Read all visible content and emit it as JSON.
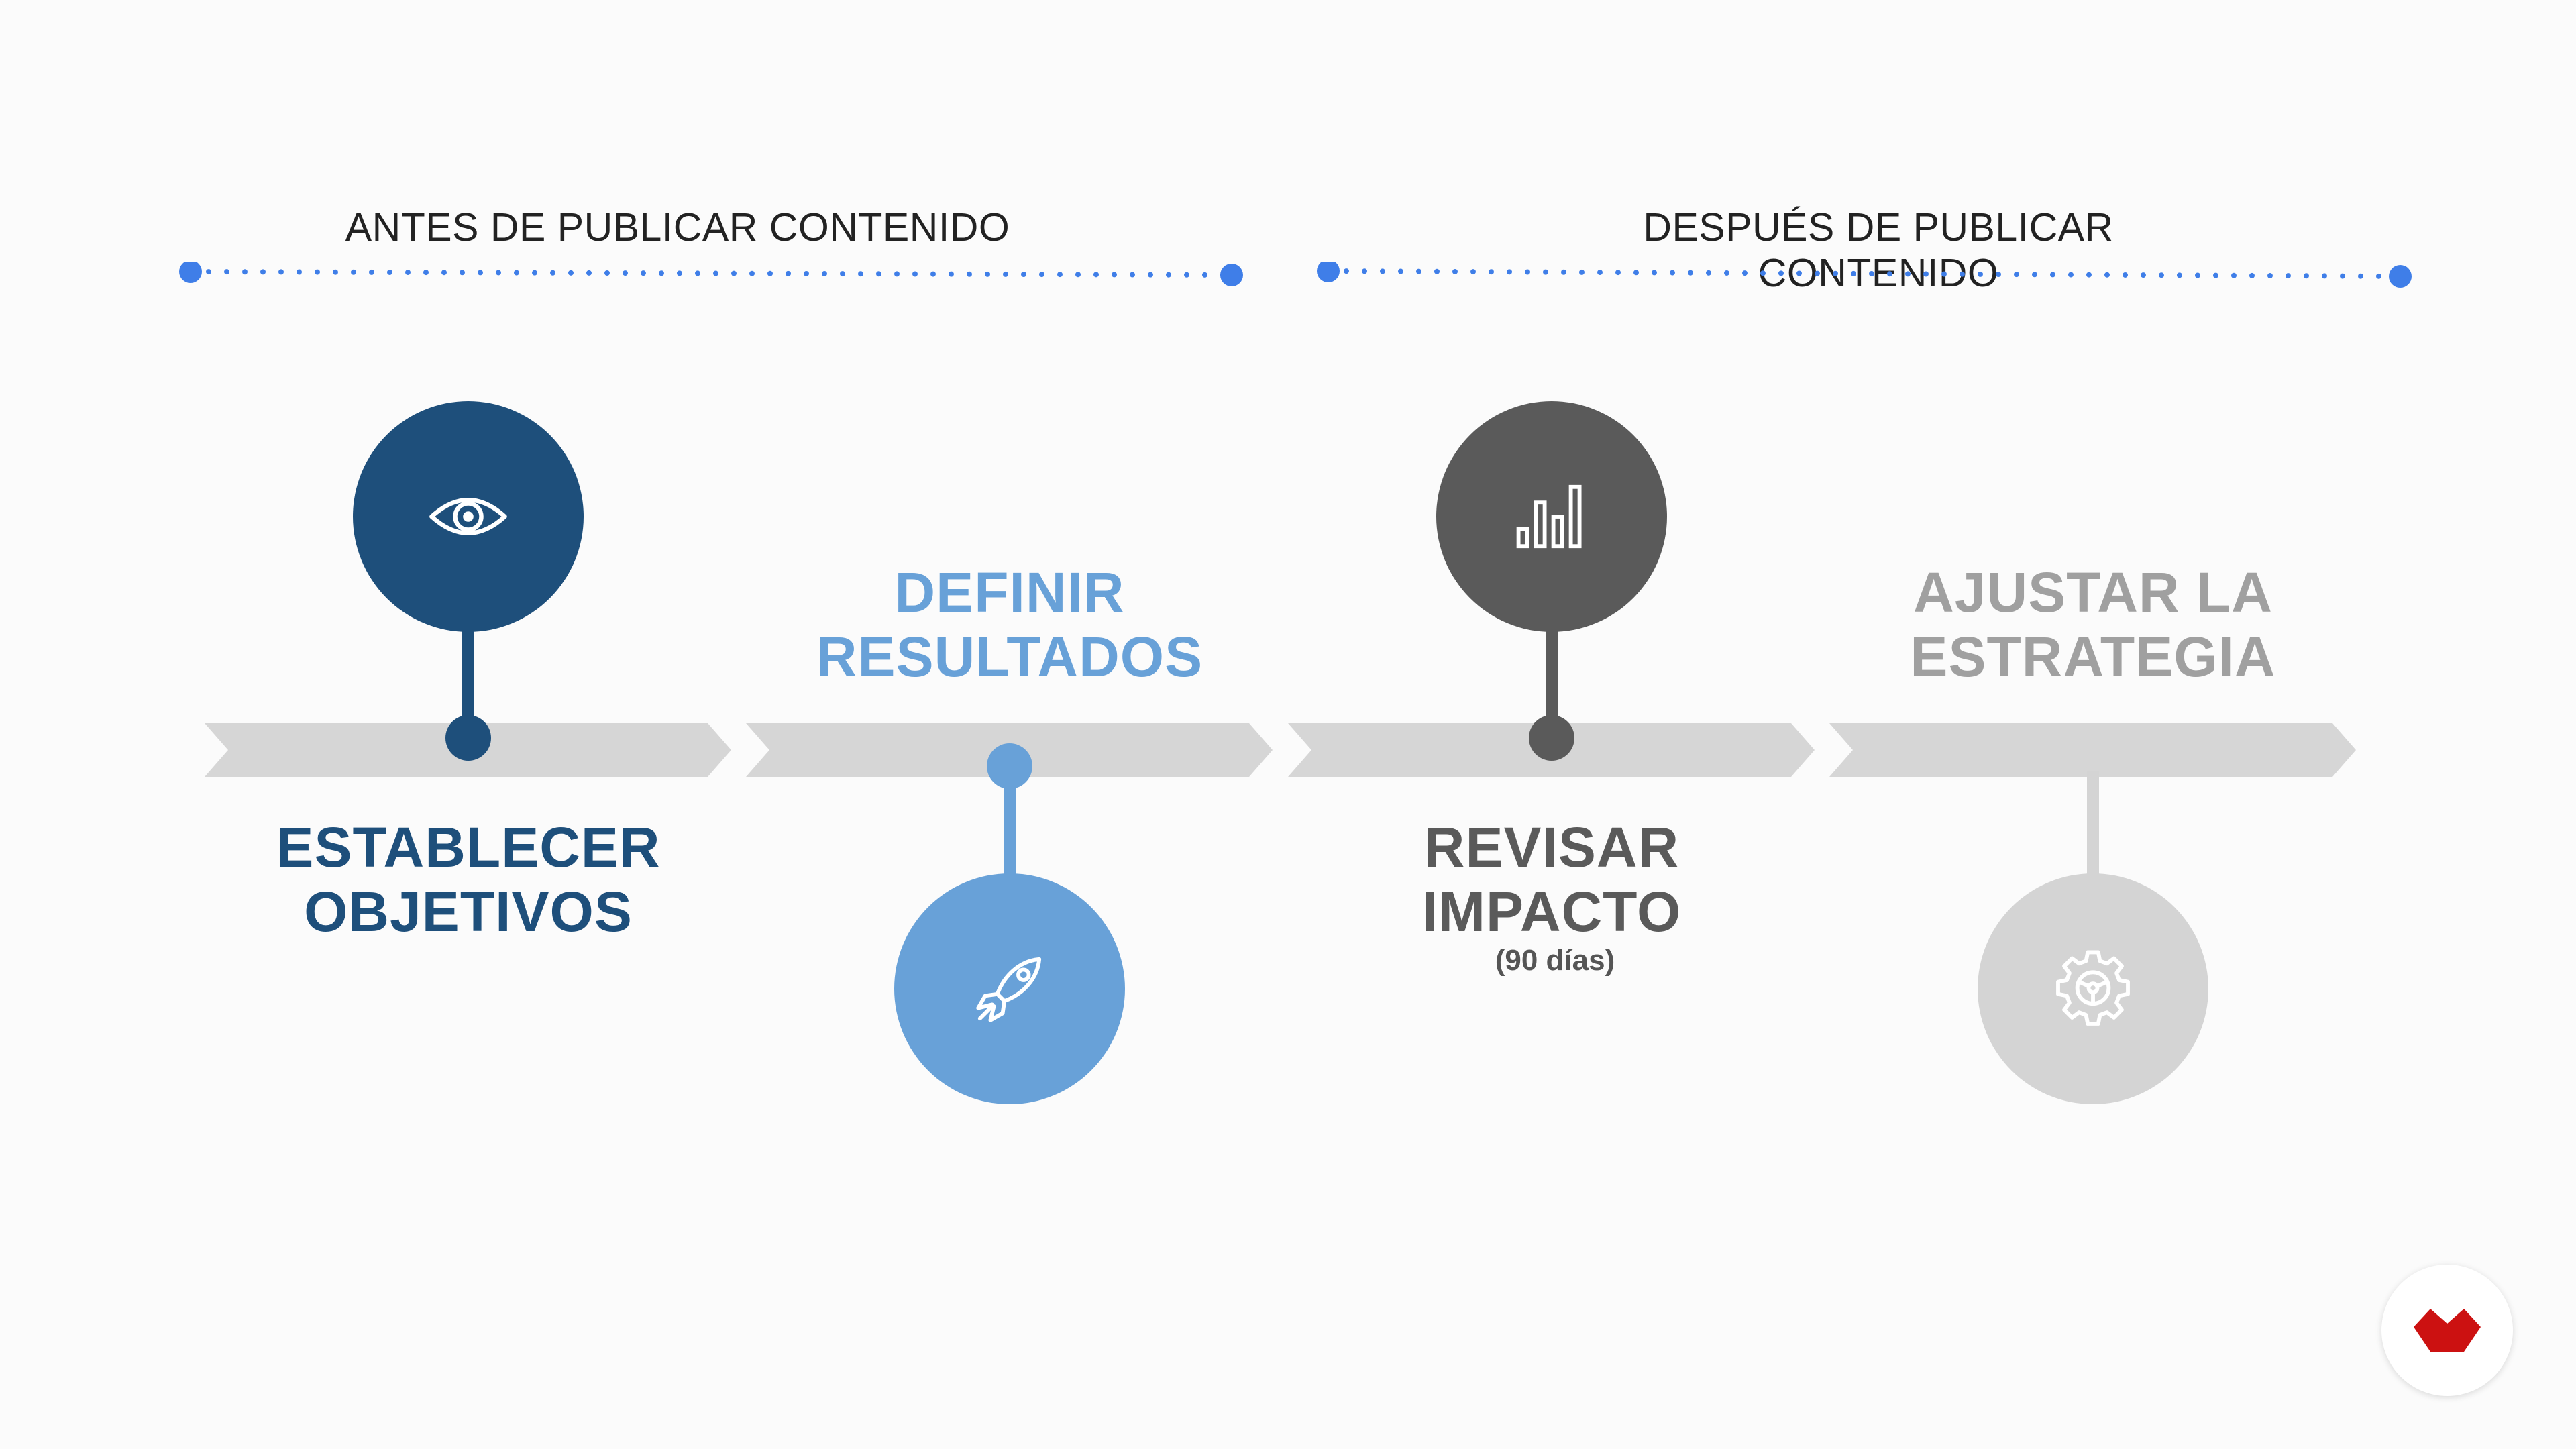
{
  "phases": [
    {
      "title": "ANTES DE PUBLICAR CONTENIDO"
    },
    {
      "title": "DESPUÉS DE PUBLICAR CONTENIDO"
    }
  ],
  "steps": [
    {
      "label_line1": "ESTABLECER",
      "label_line2": "OBJETIVOS",
      "icon": "eye-icon",
      "color": "#1e4f7b"
    },
    {
      "label_line1": "DEFINIR",
      "label_line2": "RESULTADOS",
      "icon": "rocket-icon",
      "color": "#68a1d8"
    },
    {
      "label_line1": "REVISAR",
      "label_line2": "IMPACTO",
      "sublabel": "(90 días)",
      "icon": "bar-chart-icon",
      "color": "#5a5a5a"
    },
    {
      "label_line1": "AJUSTAR LA",
      "label_line2": "ESTRATEGIA",
      "icon": "gear-icon",
      "color": "#d4d4d4"
    }
  ],
  "colors": {
    "timeline_blue": "#3f7ee8",
    "arrow_gray": "#d6d6d6",
    "background": "#fbfbfb",
    "logo_red": "#cc1111"
  },
  "logo": {
    "icon": "brand-logo-icon"
  }
}
